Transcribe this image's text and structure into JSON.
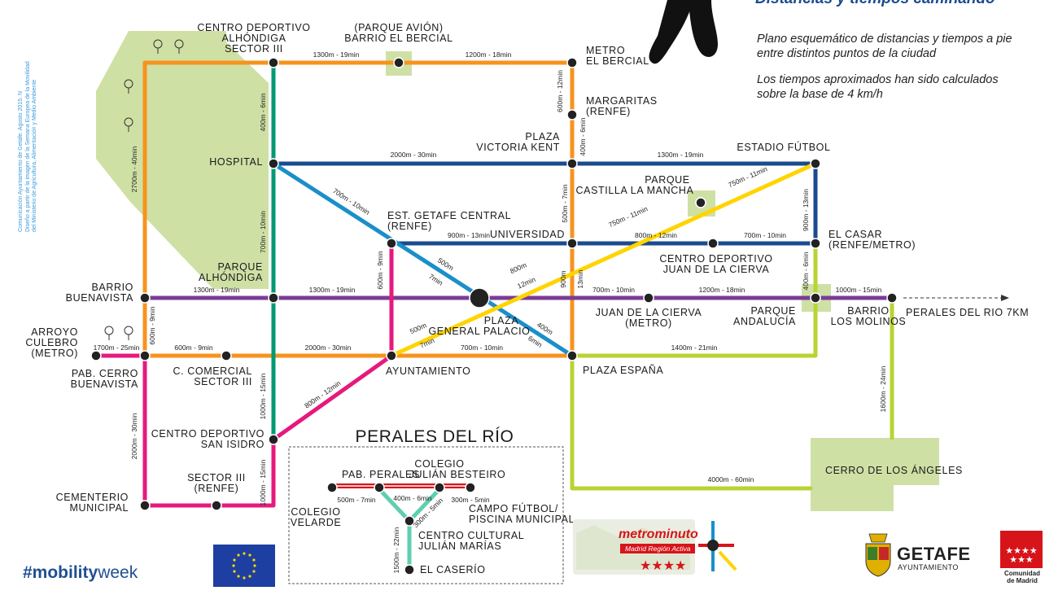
{
  "header": {
    "title": "Distancias y tiempos caminando",
    "intro_line1": "Plano esquemático de distancias y tiempos a pie",
    "intro_line2": "entre distintos puntos de la ciudad",
    "intro_line3": "Los tiempos aproximados han sido calculados",
    "intro_line4": "sobre la base de 4 km/h"
  },
  "credits": {
    "line1": "Comunicación Ayuntamiento de Getafe. Agosto 2015. N",
    "line2": "Diseño a partir de la imagen de la Semana Europea de la Movilidad",
    "line3": "del Ministerio de Agricultura, Alimentación y Medio Ambiente"
  },
  "colors": {
    "orange": "#f7931e",
    "green": "#009a73",
    "navy": "#1b4b8f",
    "blue": "#1a8fc9",
    "purple": "#7a3c96",
    "yellow": "#ffd400",
    "magenta": "#e6197d",
    "lime": "#b7d433",
    "red": "#d7141a",
    "teal": "#5ecfb0",
    "park": "#cfe0a5"
  },
  "stations": {
    "centro_dep_alhondiga": [
      "CENTRO DEPORTIVO",
      "ALHÓNDIGA",
      "SECTOR III"
    ],
    "parque_avion": [
      "(PARQUE AVIÓN)",
      "BARRIO EL BERCIAL"
    ],
    "metro_bercial": [
      "METRO",
      "EL BERCIAL"
    ],
    "margaritas": [
      "MARGARITAS",
      "(RENFE)"
    ],
    "plaza_victoria_kent": [
      "PLAZA",
      "VICTORIA KENT"
    ],
    "hospital": [
      "HOSPITAL"
    ],
    "estadio_futbol": [
      "ESTADIO FÚTBOL"
    ],
    "parque_castilla": [
      "PARQUE",
      "CASTILLA LA MANCHA"
    ],
    "est_getafe_central": [
      "EST. GETAFE CENTRAL",
      "(RENFE)"
    ],
    "universidad": [
      "UNIVERSIDAD"
    ],
    "el_casar": [
      "EL CASAR",
      "(RENFE/METRO)"
    ],
    "centro_dep_juan": [
      "CENTRO DEPORTIVO",
      "JUAN DE LA CIERVA"
    ],
    "parque_alhondiga": [
      "PARQUE",
      "ALHÓNDIGA"
    ],
    "barrio_buenavista": [
      "BARRIO",
      "BUENAVISTA"
    ],
    "plaza_general_palacio": [
      "PLAZA",
      "GENERAL PALACIO"
    ],
    "juan_cierva_metro": [
      "JUAN DE LA CIERVA",
      "(METRO)"
    ],
    "parque_andalucia": [
      "PARQUE",
      "ANDALUCÍA"
    ],
    "barrio_molinos": [
      "BARRIO",
      "LOS MOLINOS"
    ],
    "perales_rio_7km": [
      "PERALES DEL RIO 7KM"
    ],
    "arroyo_culebro": [
      "ARROYO",
      "CULEBRO",
      "(METRO)"
    ],
    "pab_cerro": [
      "PAB. CERRO",
      "BUENAVISTA"
    ],
    "c_comercial": [
      "C. COMERCIAL",
      "SECTOR III"
    ],
    "ayuntamiento": [
      "AYUNTAMIENTO"
    ],
    "plaza_espana": [
      "PLAZA ESPAÑA"
    ],
    "centro_dep_san_isidro": [
      "CENTRO DEPORTIVO",
      "SAN ISIDRO"
    ],
    "sector_iii_renfe": [
      "SECTOR III",
      "(RENFE)"
    ],
    "cementerio": [
      "CEMENTERIO",
      "MUNICIPAL"
    ],
    "cerro_angeles": [
      "CERRO DE LOS ÁNGELES"
    ]
  },
  "segments": {
    "s01": "1300m - 19min",
    "s02": "1200m - 18min",
    "s03": "600m - 12min",
    "s04": "400m - 6min",
    "s05": "2000m - 30min",
    "s06": "1300m - 19min",
    "s07": "400m - 6min",
    "s08": "700m - 10min",
    "s09": "700m - 10min",
    "s10": "900m - 13min",
    "s11": "750m - 11min",
    "s12": "750m - 11min",
    "s13": "800m - 12min",
    "s14": "700m - 10min",
    "s15": "900m - 13min",
    "s16": "500m - 7min",
    "s17": "2700m - 40min",
    "s18": "1300m - 19min",
    "s19": "1300m - 19min",
    "s20": "600m - 9min",
    "s21": "500m",
    "s22": "7min",
    "s23": "800m",
    "s24": "12min",
    "s25": "900m",
    "s26": "13min",
    "s27": "700m - 10min",
    "s28": "1200m - 18min",
    "s29": "400m - 6min",
    "s30": "1000m - 15min",
    "s31": "600m - 9min",
    "s32": "1700m - 25min",
    "s33": "600m - 9min",
    "s34": "2000m - 30min",
    "s35": "500m",
    "s36": "7min",
    "s37": "400m",
    "s38": "6min",
    "s39": "700m - 10min",
    "s40": "1400m - 21min",
    "s41": "800m - 12min",
    "s42": "1000m - 15min",
    "s43": "2000m - 30min",
    "s44": "1000m - 15min",
    "s45": "4000m - 60min",
    "s46": "1600m - 24min",
    "s47": "500m - 7min",
    "s48": "400m - 6min",
    "s49": "300m - 5min",
    "s50": "300m - 5min",
    "s51": "1500m - 22min"
  },
  "perales": {
    "title": "PERALES DEL RÍO",
    "pab_perales": [
      "PAB. PERALES"
    ],
    "colegio_besteiro": [
      "COLEGIO",
      "JULIÁN BESTEIRO"
    ],
    "colegio_velarde": [
      "COLEGIO",
      "VELARDE"
    ],
    "campo_futbol": [
      "CAMPO FÚTBOL/",
      "PISCINA MUNICIPAL"
    ],
    "centro_cultural": [
      "CENTRO CULTURAL",
      "JULIÁN MARÍAS"
    ],
    "el_caserio": [
      "EL CASERÍO"
    ]
  },
  "footer": {
    "hashtag_bold": "#mobility",
    "hashtag_rest": "week",
    "metrominuto": "metrominuto",
    "metrominuto_tag": "Madrid Región Activa",
    "getafe": "GETAFE",
    "getafe_sub": "AYUNTAMIENTO",
    "comunidad1": "Comunidad",
    "comunidad2": "de Madrid"
  }
}
